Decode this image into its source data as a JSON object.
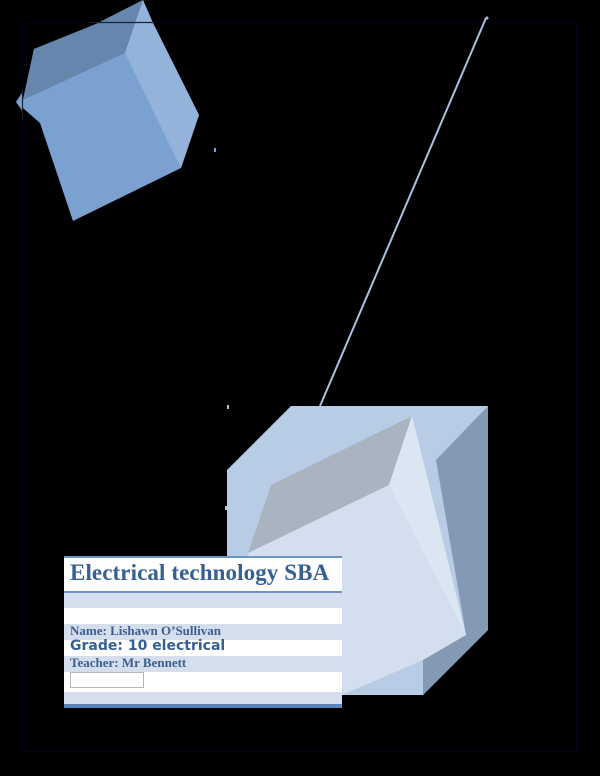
{
  "document": {
    "title": "Electrical technology SBA",
    "name_line": "Name: Lishawn O’Sullivan",
    "grade_line": "Grade: 10 electrical",
    "teacher_line": "Teacher: Mr Bennett",
    "blank_field_value": ""
  },
  "colors": {
    "background": "#000000",
    "title_text": "#355f95",
    "band_light": "#d4deed",
    "rule_blue": "#6f93c4",
    "cube_small_front": "#7ba1d1",
    "cube_small_top": "#6686ad",
    "cube_small_side": "#93b3db",
    "cube_large_base": "#b8cce5",
    "cube_large_dark_side": "#8499b3",
    "cube_large_top": "#aab3c0",
    "cube_large_face": "#d3deee",
    "connector_line": "#a9c1e2"
  },
  "decorations": {
    "small_cube": "tilted blue cube top-left",
    "large_cube": "pale blue cube bottom-right",
    "connector": "thin diagonal line between cubes"
  }
}
